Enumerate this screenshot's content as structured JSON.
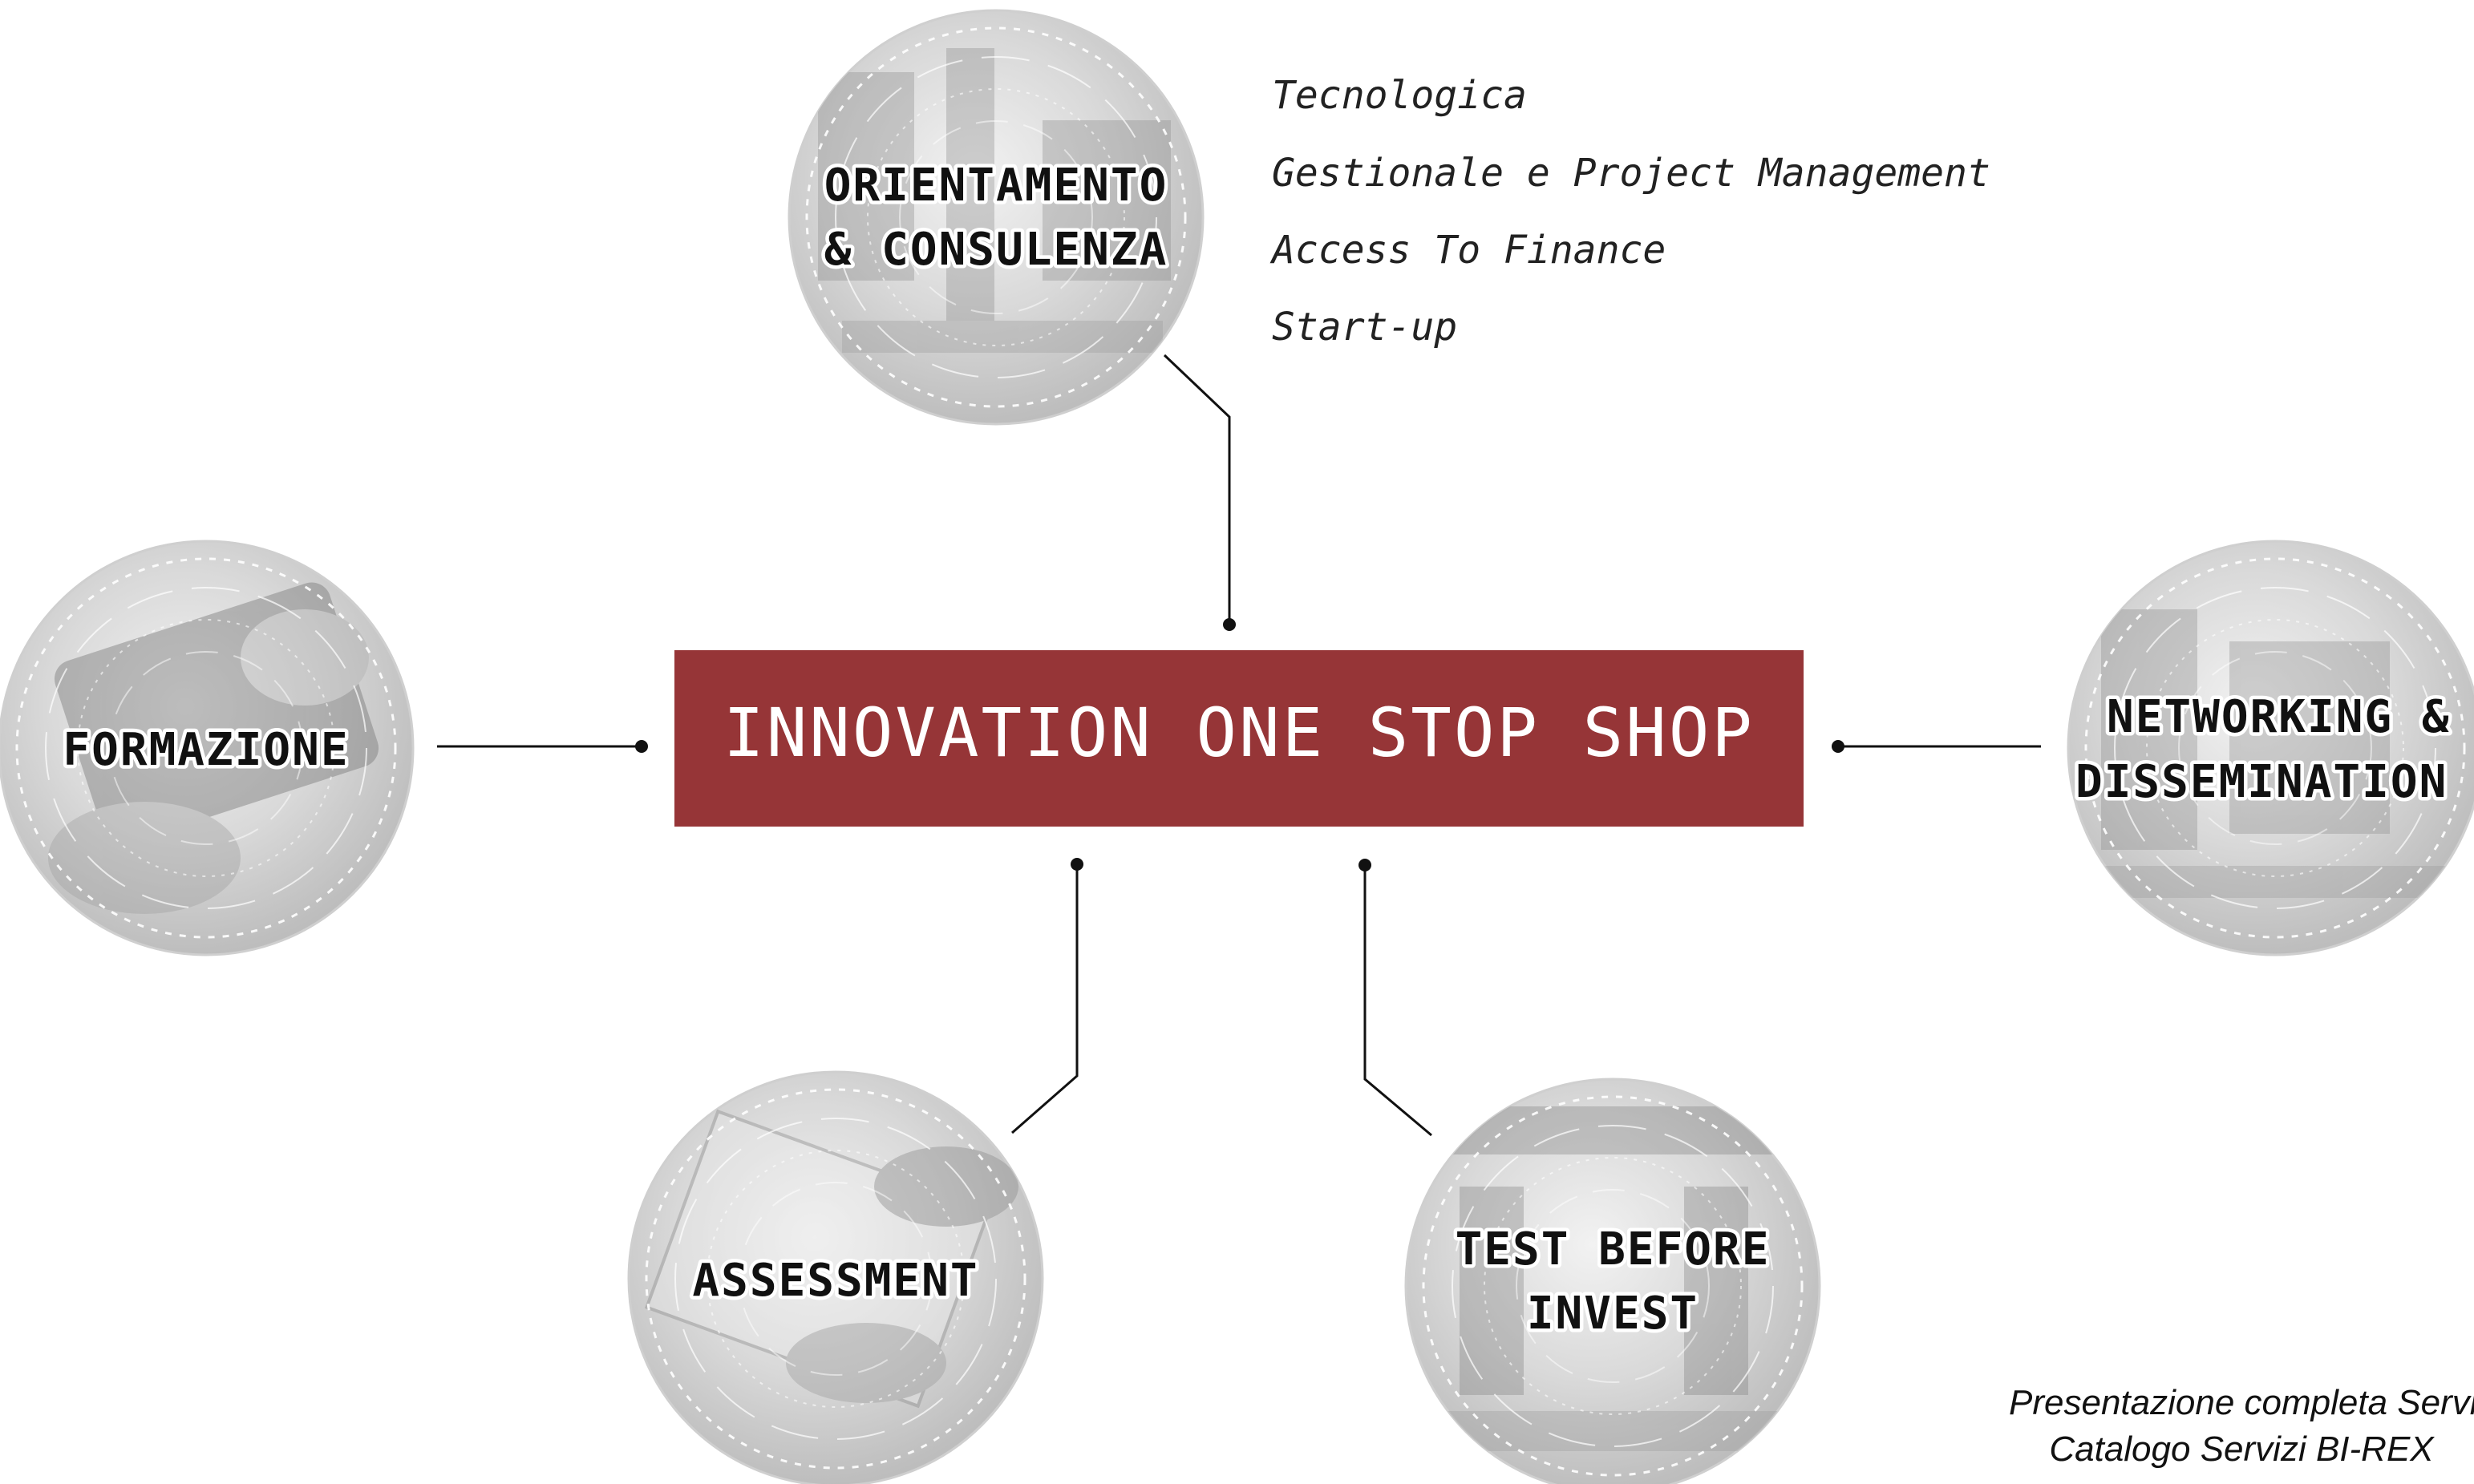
{
  "center": {
    "label": "INNOVATION ONE STOP SHOP",
    "color": "#963537"
  },
  "nodes": {
    "orientamento": {
      "line1": "ORIENTAMENTO",
      "line2": "& CONSULENZA"
    },
    "formazione": {
      "line1": "FORMAZIONE"
    },
    "networking": {
      "line1": "NETWORKING &",
      "line2": "DISSEMINATION"
    },
    "assessment": {
      "line1": "ASSESSMENT"
    },
    "test_before_invest": {
      "line1": "TEST BEFORE",
      "line2": "INVEST"
    }
  },
  "consulenza_services": [
    "Tecnologica",
    "Gestionale e Project Management",
    "Access To Finance",
    "Start-up"
  ],
  "footer": {
    "line1": "Presentazione completa Servizi",
    "line2": "Catalogo Servizi BI-REX"
  }
}
